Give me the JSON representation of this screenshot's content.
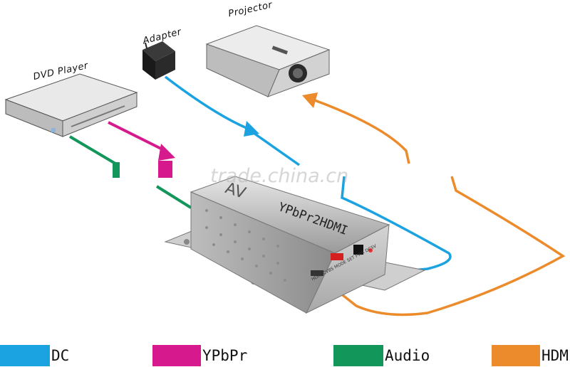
{
  "devices": {
    "dvd_player": "DVD Player",
    "adapter": "Adapter",
    "projector": "Projector"
  },
  "converter": {
    "brand": "AV",
    "model": "YPbPr2HDMI",
    "port_labels": [
      "HDMI",
      "CVBS",
      "MODE SET",
      "PWR",
      "DC5V"
    ]
  },
  "watermark": "trade.china.cn",
  "legend": [
    {
      "label": "DC",
      "color": "#1aa3e0"
    },
    {
      "label": "YPbPr",
      "color": "#d6198c"
    },
    {
      "label": "Audio",
      "color": "#12965a"
    },
    {
      "label": "HDMI",
      "color": "#ec8b2c"
    }
  ],
  "colors": {
    "dc": "#1aa3e0",
    "ypbpr": "#d6198c",
    "audio": "#12965a",
    "hdmi": "#ec8b2c"
  }
}
